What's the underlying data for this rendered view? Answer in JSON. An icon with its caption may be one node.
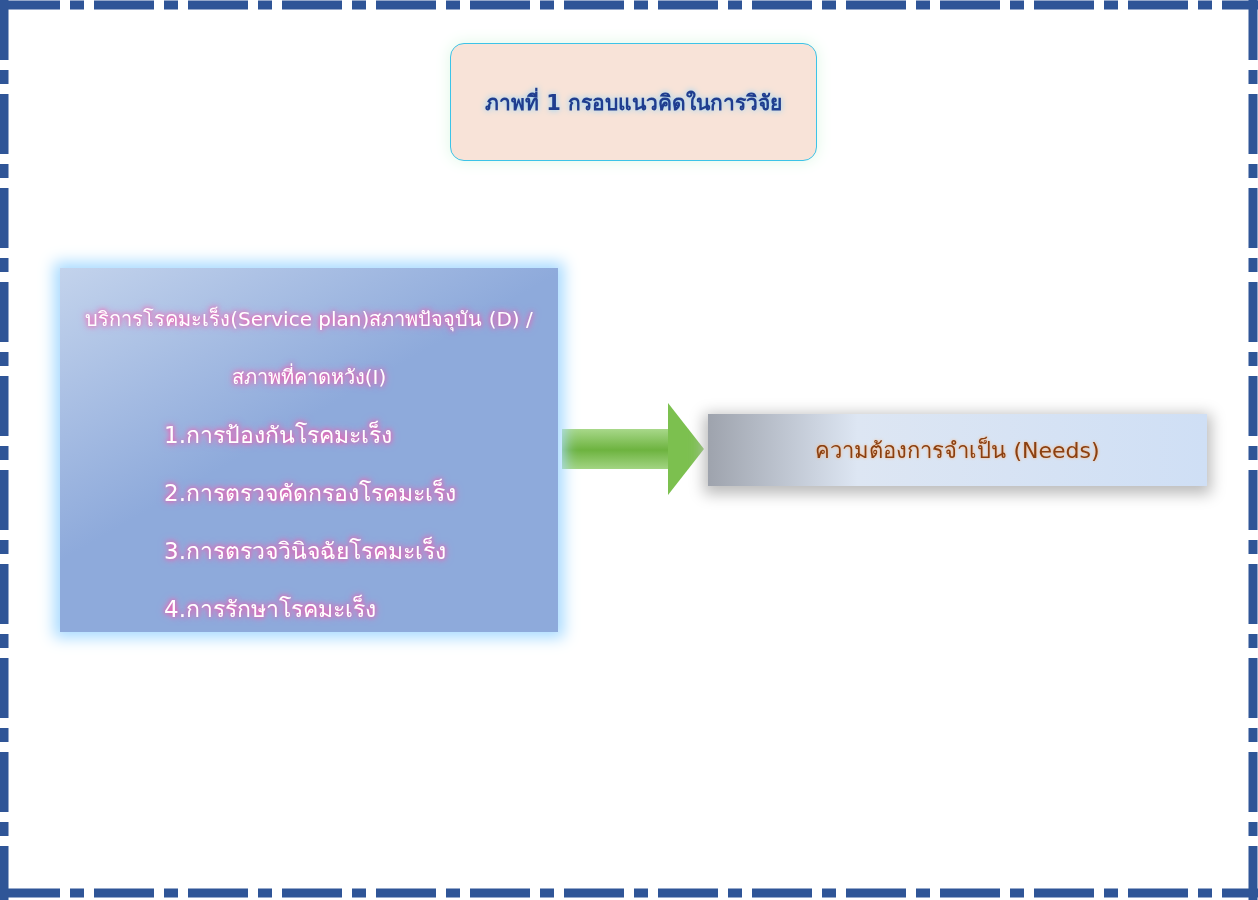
{
  "diagram": {
    "title": "ภาพที่ 1 กรอบแนวคิดในการวิจัย",
    "nodes": [
      {
        "text": [
          "บริการโรคมะเร็ง(Service plan)สภาพปัจจุบัน (D) /สภาพที่คาดหวัง(I)",
          "1.การป้องกันโรคมะเร็ง",
          "2.การตรวจคัดกรองโรคมะเร็ง",
          "3.การตรวจวินิจฉัยโรคมะเร็ง",
          "4.การรักษาโรคมะเร็ง"
        ]
      },
      {
        "text": [
          "ความต้องการจำเป็น (Needs)"
        ]
      }
    ],
    "edges": [
      {
        "from": 0,
        "to": 1,
        "arrow": "to",
        "style": "thick"
      }
    ]
  }
}
